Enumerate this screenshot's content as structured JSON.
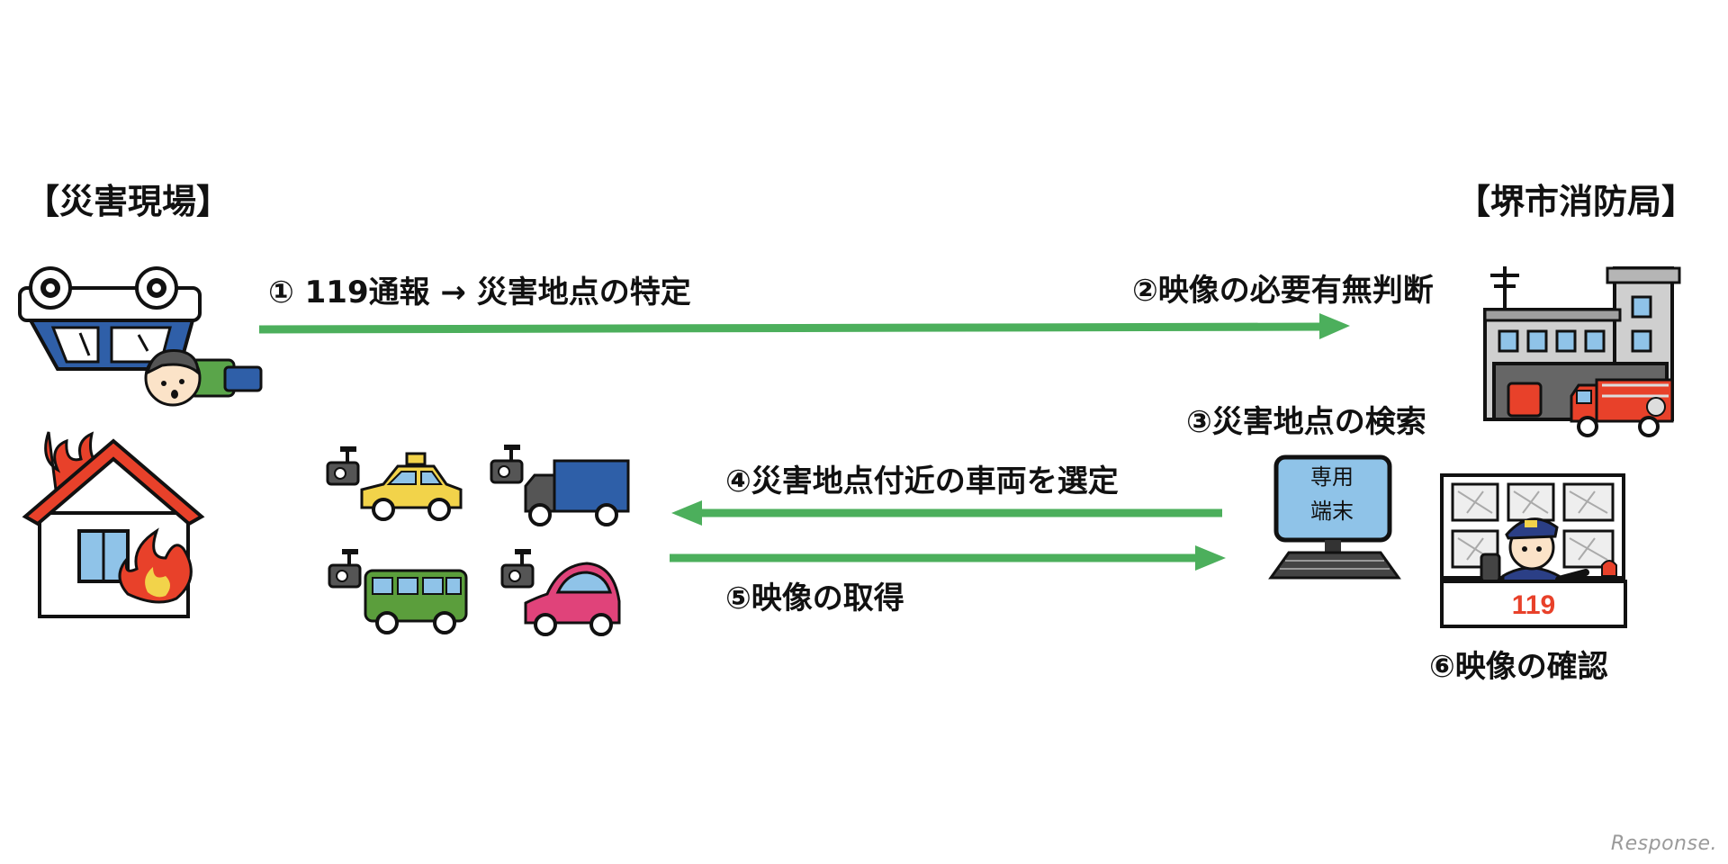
{
  "scene": {
    "heading": "【災害現場】",
    "icons": [
      "overturned-car-icon",
      "injured-person-icon",
      "burning-house-icon"
    ]
  },
  "station": {
    "heading": "【堺市消防局】",
    "icons": [
      "fire-station-icon",
      "fire-engine-icon"
    ]
  },
  "steps": {
    "s1": "① 119通報 → 災害地点の特定",
    "s2": "②映像の必要有無判断",
    "s3": "③災害地点の検索",
    "s4": "④災害地点付近の車両を選定",
    "s5": "⑤映像の取得",
    "s6": "⑥映像の確認"
  },
  "terminal": {
    "line1": "専用",
    "line2": "端末"
  },
  "operator": {
    "desk_number": "119"
  },
  "vehicles": [
    "taxi-with-dashcam-icon",
    "truck-with-dashcam-icon",
    "bus-with-dashcam-icon",
    "compact-car-with-dashcam-icon"
  ],
  "colors": {
    "arrow": "#4caf5c",
    "taxi": "#f2d34a",
    "truck": "#2e5fa8",
    "bus": "#5b9e3c",
    "compact": "#e0437a",
    "fire": "#e8412a",
    "police_cap": "#2b3f86",
    "terminal_screen": "#8fc3e8"
  },
  "watermark": "Response."
}
